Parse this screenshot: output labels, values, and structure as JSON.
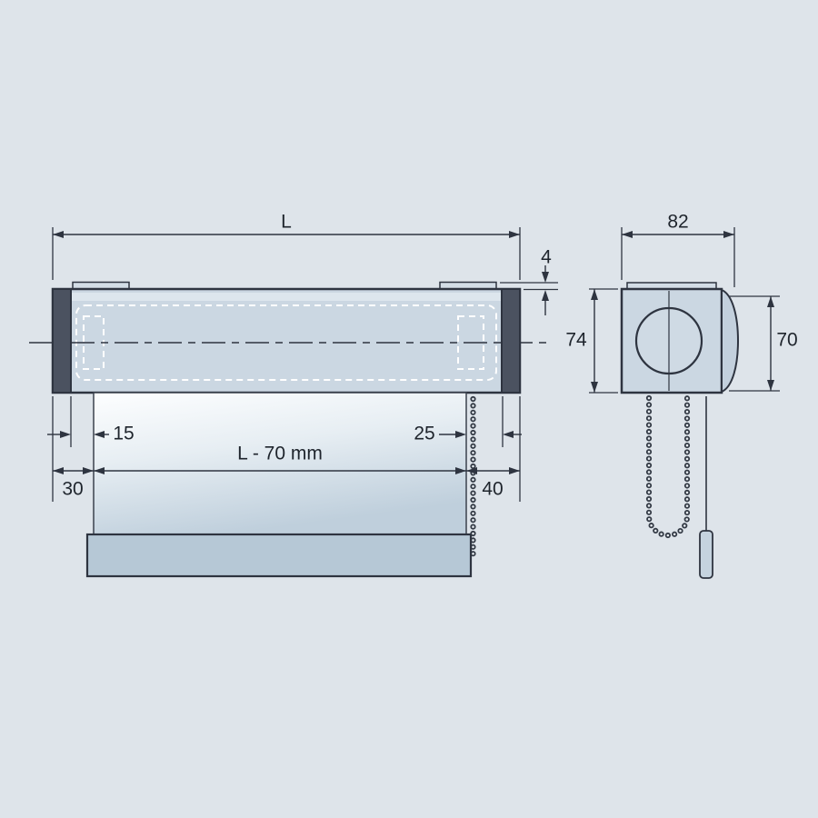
{
  "diagram": {
    "type": "technical-dimension-drawing",
    "subject": "cassette roller blind with bead chain, front view and side view",
    "front_view": {
      "length_label": "L",
      "bracket_offset_label": "4",
      "left_inset_label": "15",
      "right_inset_label": "25",
      "fabric_width_label": "L - 70 mm",
      "left_total_label": "30",
      "right_total_label": "40"
    },
    "side_view": {
      "depth_label": "82",
      "cassette_height_label": "74",
      "cover_height_label": "70"
    },
    "colors": {
      "background": "#dee4ea",
      "line": "#2e3440",
      "cassette_fill": "#cbd7e2",
      "end_cap_fill": "#4b5260",
      "fabric_top": "#fdfeff",
      "fabric_bottom": "#bfcfdc",
      "bottom_bar_fill": "#b6c8d6",
      "dashed_detail": "#ffffff"
    }
  }
}
